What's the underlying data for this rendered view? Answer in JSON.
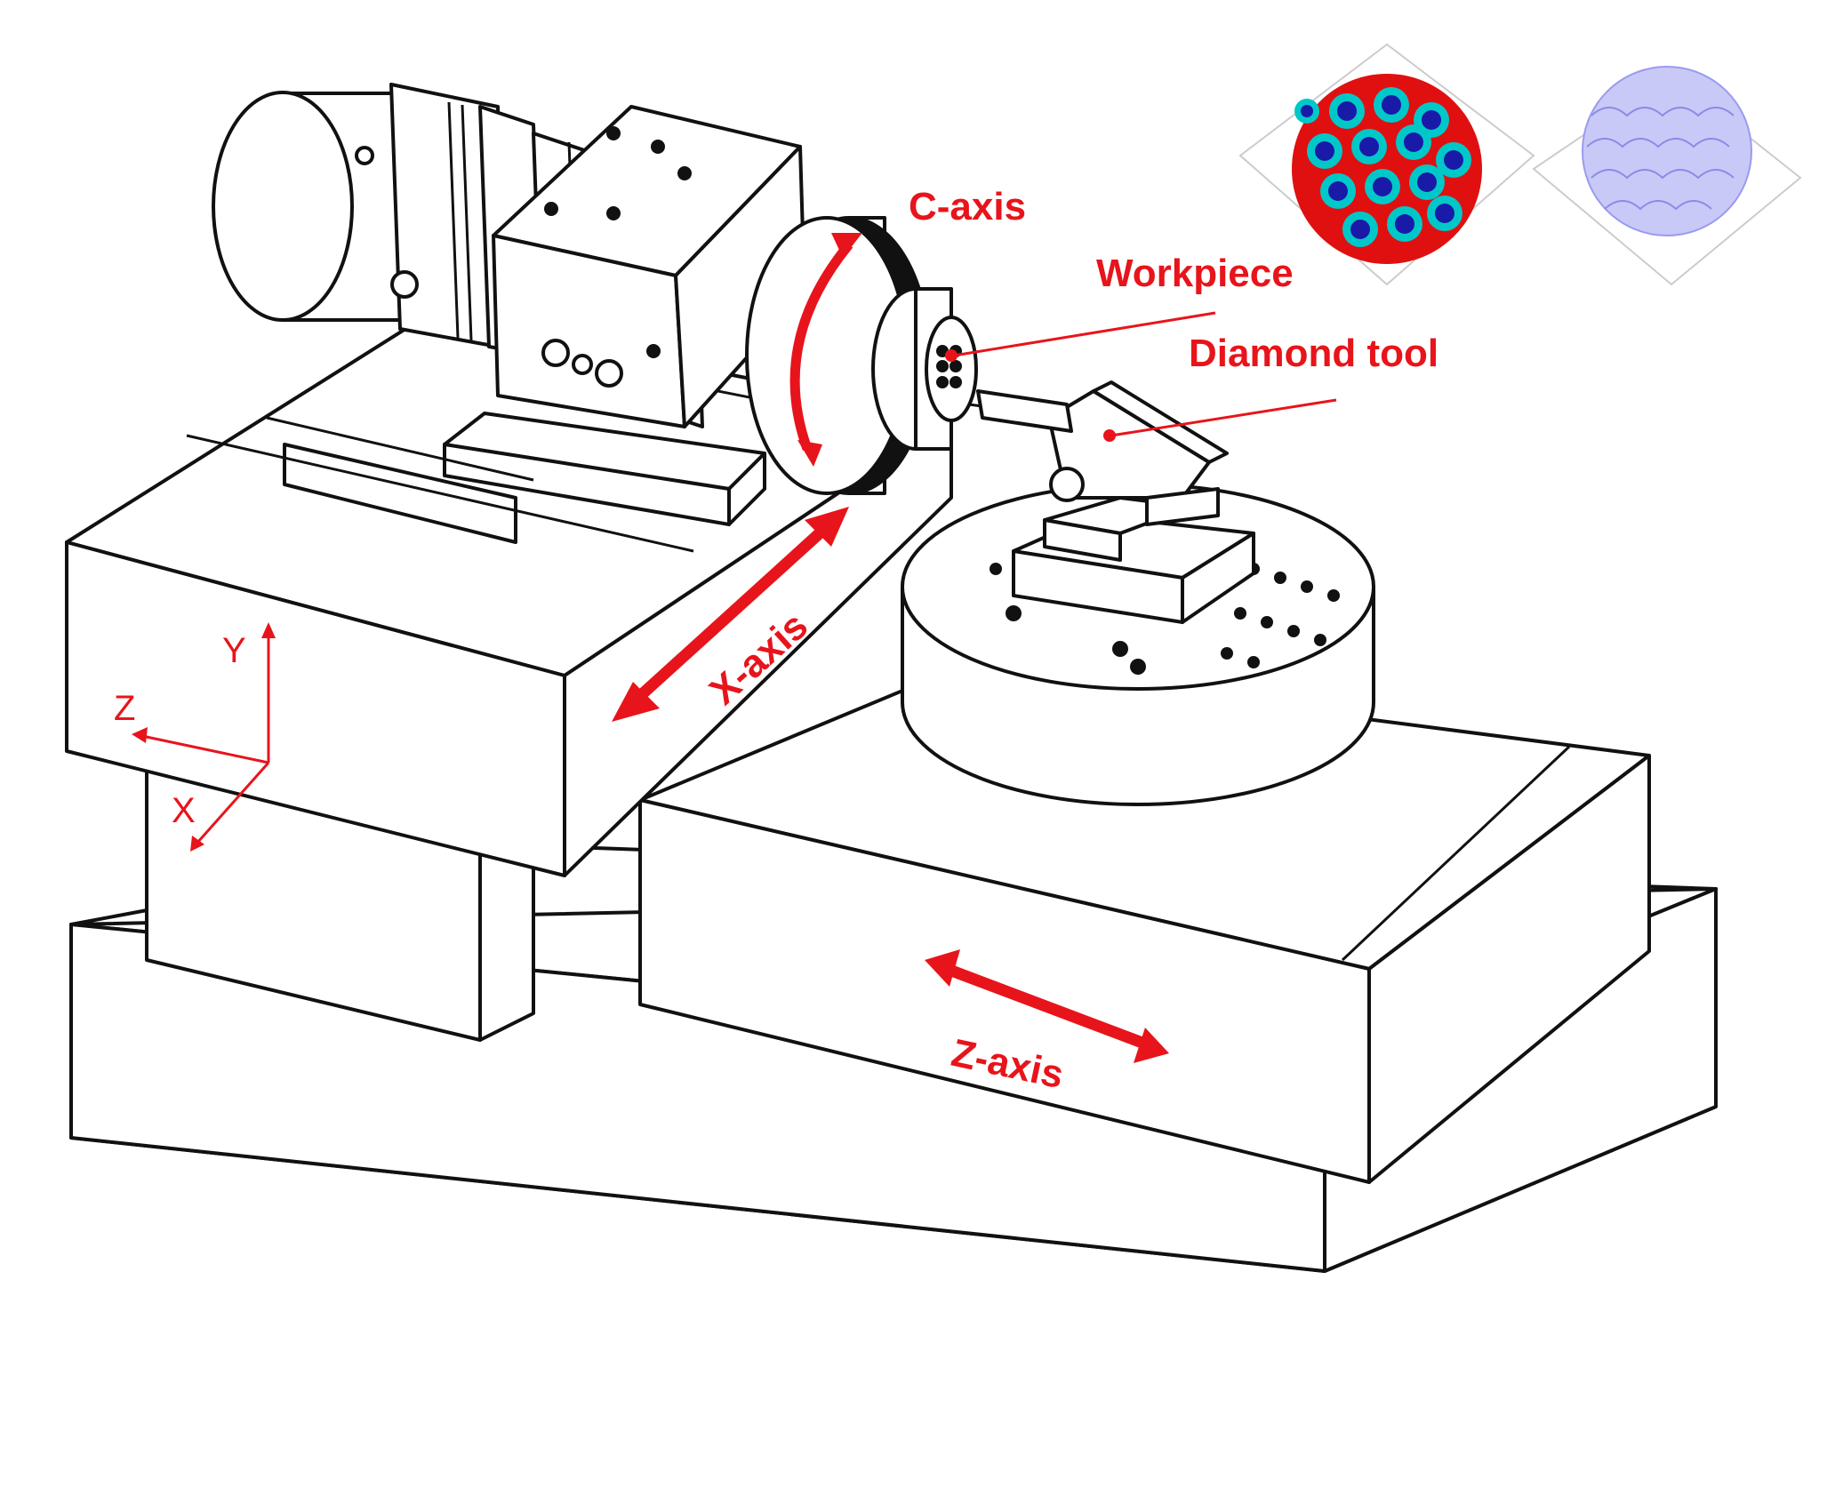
{
  "labels": {
    "c_axis": "C-axis",
    "workpiece": "Workpiece",
    "diamond_tool": "Diamond tool",
    "x_axis": "X-axis",
    "z_axis": "Z-axis"
  },
  "coordinate_frame": {
    "y": "Y",
    "z": "Z",
    "x": "X"
  },
  "colors": {
    "accent": "#e8141b",
    "line": "#111111",
    "surface_map_low": "#1a1aa8",
    "surface_map_mid": "#00c8c8",
    "surface_map_high": "#e01010",
    "surface_mesh": "#9a9af0"
  }
}
